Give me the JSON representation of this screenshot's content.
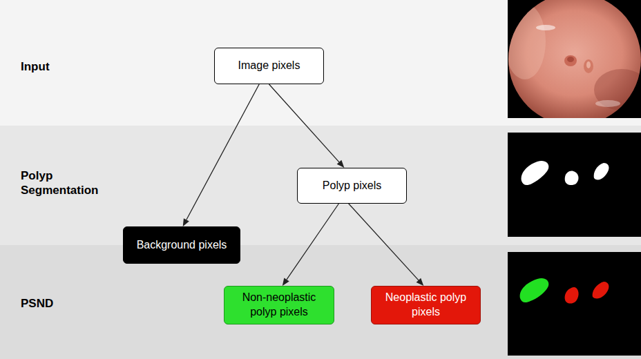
{
  "diagram": {
    "nodes": [
      {
        "text": [
          "Input"
        ]
      },
      {
        "text": [
          "Image pixels"
        ],
        "in": 0
      },
      {
        "text": [
          "Polyp Segmentation"
        ]
      },
      {
        "text": [
          "Polyp pixels"
        ],
        "in": 2
      },
      {
        "text": [
          "Background pixels"
        ],
        "in": 2
      },
      {
        "text": [
          "PSND"
        ]
      },
      {
        "text": [
          "Non-neoplastic polyp pixels"
        ],
        "in": 5
      },
      {
        "text": [
          "Neoplastic polyp pixels"
        ],
        "in": 5
      }
    ],
    "edges": [
      {
        "from": 1,
        "to": 4,
        "arrow": "to"
      },
      {
        "from": 1,
        "to": 3,
        "arrow": "to"
      },
      {
        "from": 3,
        "to": 6,
        "arrow": "to"
      },
      {
        "from": 3,
        "to": 7,
        "arrow": "to"
      }
    ]
  }
}
